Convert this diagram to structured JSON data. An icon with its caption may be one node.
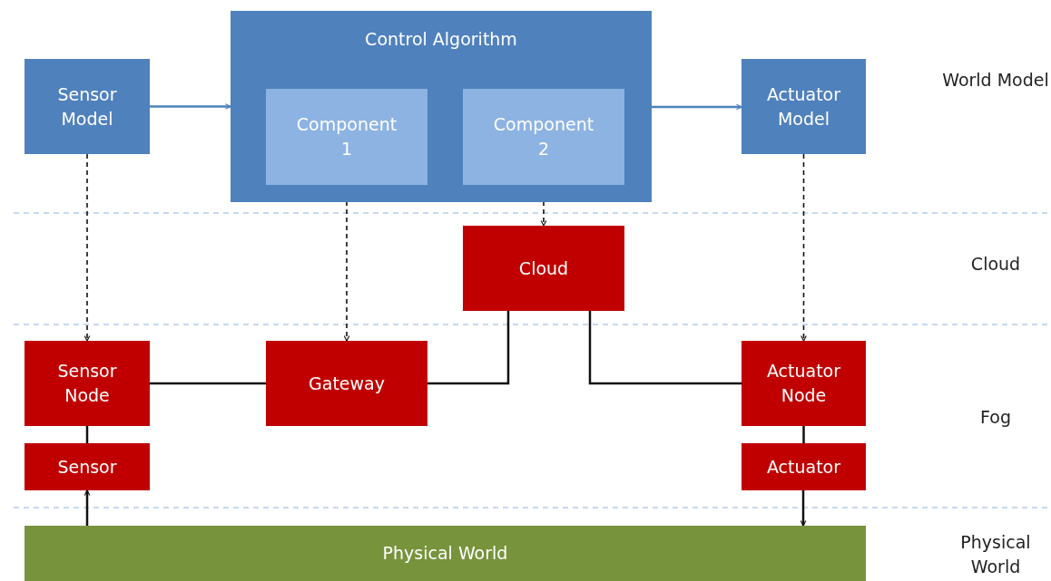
{
  "diagram": {
    "nodes": [
      {
        "text": [
          "Sensor Model"
        ]
      },
      {
        "text": [
          "Control Algorithm"
        ]
      },
      {
        "text": [
          "Component 1"
        ],
        "in": 1
      },
      {
        "text": [
          "Component 2"
        ],
        "in": 1
      },
      {
        "text": [
          "Actuator Model"
        ]
      },
      {
        "text": [
          "Cloud"
        ]
      },
      {
        "text": [
          "Sensor Node"
        ]
      },
      {
        "text": [
          "Gateway"
        ]
      },
      {
        "text": [
          "Actuator Node"
        ]
      },
      {
        "text": [
          "Sensor"
        ]
      },
      {
        "text": [
          "Actuator"
        ]
      },
      {
        "text": [
          "Physical World"
        ]
      }
    ],
    "edges": [
      {
        "from": 0,
        "to": 1,
        "arrow": "to",
        "color": "#4f81bd"
      },
      {
        "from": 1,
        "to": 4,
        "arrow": "to",
        "color": "#4f81bd"
      },
      {
        "from": 0,
        "to": 6,
        "arrow": "to",
        "style": "dashed"
      },
      {
        "from": 2,
        "to": 7,
        "arrow": "to",
        "style": "dashed"
      },
      {
        "from": 3,
        "to": 5,
        "arrow": "to",
        "style": "dashed"
      },
      {
        "from": 4,
        "to": 8,
        "arrow": "to",
        "style": "dashed"
      },
      {
        "from": 6,
        "to": 7,
        "arrow": "none"
      },
      {
        "from": 7,
        "to": 5,
        "arrow": "none"
      },
      {
        "from": 5,
        "to": 8,
        "arrow": "none"
      },
      {
        "from": 6,
        "to": 9,
        "arrow": "none"
      },
      {
        "from": 8,
        "to": 10,
        "arrow": "none"
      },
      {
        "from": 11,
        "to": 9,
        "arrow": "to"
      },
      {
        "from": 10,
        "to": 11,
        "arrow": "to"
      }
    ],
    "labels": [
      "World Model",
      "Cloud",
      "Fog",
      "Physical World"
    ]
  }
}
